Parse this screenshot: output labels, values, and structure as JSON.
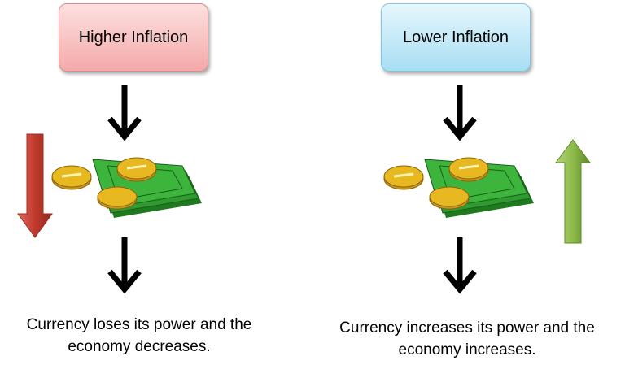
{
  "left": {
    "title": "Higher Inflation",
    "caption_line1": "Currency loses its power and the",
    "caption_line2": "economy  decreases.",
    "indicator_color": "#c0392b",
    "indicator_icon": "down-arrow-icon"
  },
  "right": {
    "title": "Lower Inflation",
    "caption_line1": "Currency increases its power and the",
    "caption_line2": "economy  increases.",
    "indicator_color": "#7aab3a",
    "indicator_icon": "up-arrow-icon"
  },
  "colors": {
    "money_green": "#2f9a2f",
    "coin_gold": "#e8b820"
  }
}
